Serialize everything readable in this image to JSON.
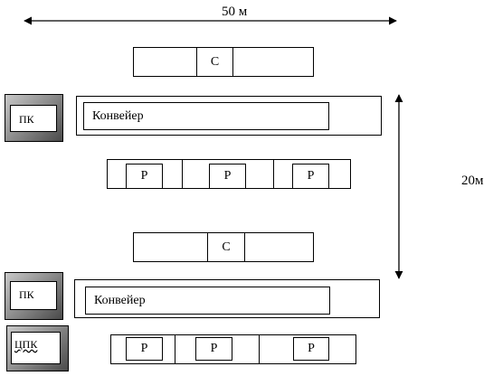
{
  "dimensions": {
    "width_label": "50 м",
    "height_label": "20м"
  },
  "labels": {
    "station": "С",
    "post": "Р",
    "conveyor": "Конвейер",
    "control_panel": "ПК",
    "central_control_panel": "ЦПК"
  }
}
